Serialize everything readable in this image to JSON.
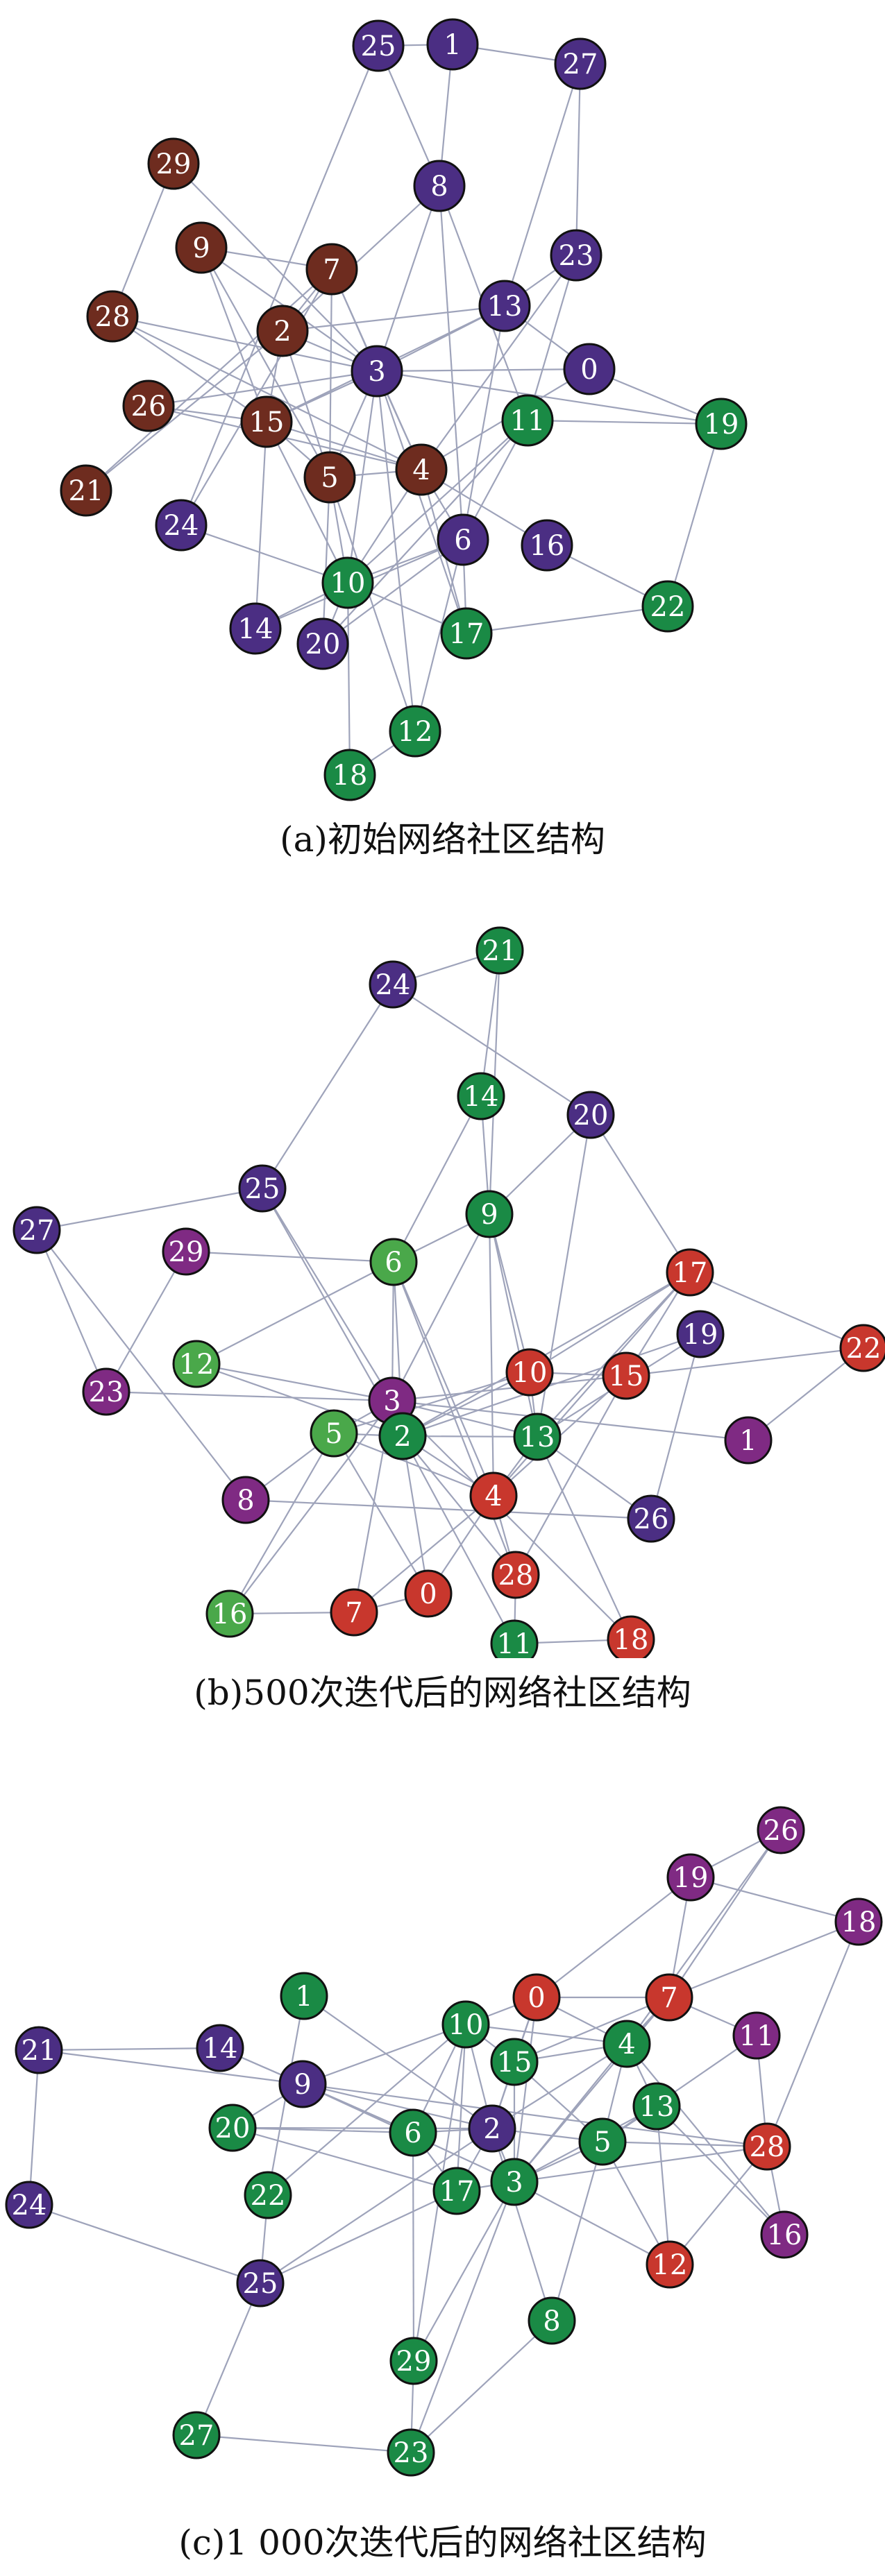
{
  "colors": {
    "purple": "#4b2e83",
    "brown": "#6e2c1f",
    "green": "#1a8a45",
    "red": "#c8372d",
    "magenta": "#7f2a83",
    "lightgreen": "#4aa84a",
    "edge": "#9ea3ba"
  },
  "panels": [
    {
      "id": "a",
      "caption": "(a)初始网络社区结构",
      "nodes": [
        {
          "id": "25",
          "color": "purple"
        },
        {
          "id": "1",
          "color": "purple"
        },
        {
          "id": "27",
          "color": "purple"
        },
        {
          "id": "29",
          "color": "brown"
        },
        {
          "id": "8",
          "color": "purple"
        },
        {
          "id": "9",
          "color": "brown"
        },
        {
          "id": "7",
          "color": "brown"
        },
        {
          "id": "23",
          "color": "purple"
        },
        {
          "id": "28",
          "color": "brown"
        },
        {
          "id": "2",
          "color": "brown"
        },
        {
          "id": "13",
          "color": "purple"
        },
        {
          "id": "3",
          "color": "purple"
        },
        {
          "id": "0",
          "color": "purple"
        },
        {
          "id": "26",
          "color": "brown"
        },
        {
          "id": "15",
          "color": "brown"
        },
        {
          "id": "11",
          "color": "green"
        },
        {
          "id": "19",
          "color": "green"
        },
        {
          "id": "5",
          "color": "brown"
        },
        {
          "id": "4",
          "color": "brown"
        },
        {
          "id": "21",
          "color": "brown"
        },
        {
          "id": "24",
          "color": "purple"
        },
        {
          "id": "6",
          "color": "purple"
        },
        {
          "id": "16",
          "color": "purple"
        },
        {
          "id": "10",
          "color": "green"
        },
        {
          "id": "22",
          "color": "green"
        },
        {
          "id": "14",
          "color": "purple"
        },
        {
          "id": "20",
          "color": "purple"
        },
        {
          "id": "17",
          "color": "green"
        },
        {
          "id": "12",
          "color": "green"
        },
        {
          "id": "18",
          "color": "green"
        }
      ]
    },
    {
      "id": "b",
      "caption": "(b)500次迭代后的网络社区结构",
      "nodes": [
        {
          "id": "21",
          "color": "green"
        },
        {
          "id": "24",
          "color": "purple"
        },
        {
          "id": "14",
          "color": "green"
        },
        {
          "id": "20",
          "color": "purple"
        },
        {
          "id": "25",
          "color": "purple"
        },
        {
          "id": "9",
          "color": "green"
        },
        {
          "id": "27",
          "color": "purple"
        },
        {
          "id": "29",
          "color": "magenta"
        },
        {
          "id": "6",
          "color": "lightgreen"
        },
        {
          "id": "17",
          "color": "red"
        },
        {
          "id": "19",
          "color": "purple"
        },
        {
          "id": "22",
          "color": "red"
        },
        {
          "id": "12",
          "color": "lightgreen"
        },
        {
          "id": "10",
          "color": "red"
        },
        {
          "id": "15",
          "color": "red"
        },
        {
          "id": "23",
          "color": "magenta"
        },
        {
          "id": "3",
          "color": "magenta"
        },
        {
          "id": "5",
          "color": "lightgreen"
        },
        {
          "id": "2",
          "color": "green"
        },
        {
          "id": "13",
          "color": "green"
        },
        {
          "id": "1",
          "color": "magenta"
        },
        {
          "id": "8",
          "color": "magenta"
        },
        {
          "id": "4",
          "color": "red"
        },
        {
          "id": "26",
          "color": "purple"
        },
        {
          "id": "28",
          "color": "red"
        },
        {
          "id": "0",
          "color": "red"
        },
        {
          "id": "16",
          "color": "lightgreen"
        },
        {
          "id": "7",
          "color": "red"
        },
        {
          "id": "11",
          "color": "green"
        },
        {
          "id": "18",
          "color": "red"
        }
      ]
    },
    {
      "id": "c",
      "caption": "(c)1 000次迭代后的网络社区结构",
      "nodes": [
        {
          "id": "26",
          "color": "magenta"
        },
        {
          "id": "19",
          "color": "magenta"
        },
        {
          "id": "18",
          "color": "magenta"
        },
        {
          "id": "7",
          "color": "red"
        },
        {
          "id": "0",
          "color": "red"
        },
        {
          "id": "1",
          "color": "green"
        },
        {
          "id": "11",
          "color": "magenta"
        },
        {
          "id": "21",
          "color": "purple"
        },
        {
          "id": "14",
          "color": "purple"
        },
        {
          "id": "10",
          "color": "green"
        },
        {
          "id": "4",
          "color": "green"
        },
        {
          "id": "9",
          "color": "purple"
        },
        {
          "id": "15",
          "color": "green"
        },
        {
          "id": "13",
          "color": "green"
        },
        {
          "id": "20",
          "color": "green"
        },
        {
          "id": "6",
          "color": "green"
        },
        {
          "id": "2",
          "color": "purple"
        },
        {
          "id": "28",
          "color": "red"
        },
        {
          "id": "5",
          "color": "green"
        },
        {
          "id": "24",
          "color": "purple"
        },
        {
          "id": "22",
          "color": "green"
        },
        {
          "id": "17",
          "color": "green"
        },
        {
          "id": "3",
          "color": "green"
        },
        {
          "id": "16",
          "color": "magenta"
        },
        {
          "id": "12",
          "color": "red"
        },
        {
          "id": "25",
          "color": "purple"
        },
        {
          "id": "8",
          "color": "green"
        },
        {
          "id": "29",
          "color": "green"
        },
        {
          "id": "27",
          "color": "green"
        },
        {
          "id": "23",
          "color": "green"
        }
      ]
    }
  ]
}
